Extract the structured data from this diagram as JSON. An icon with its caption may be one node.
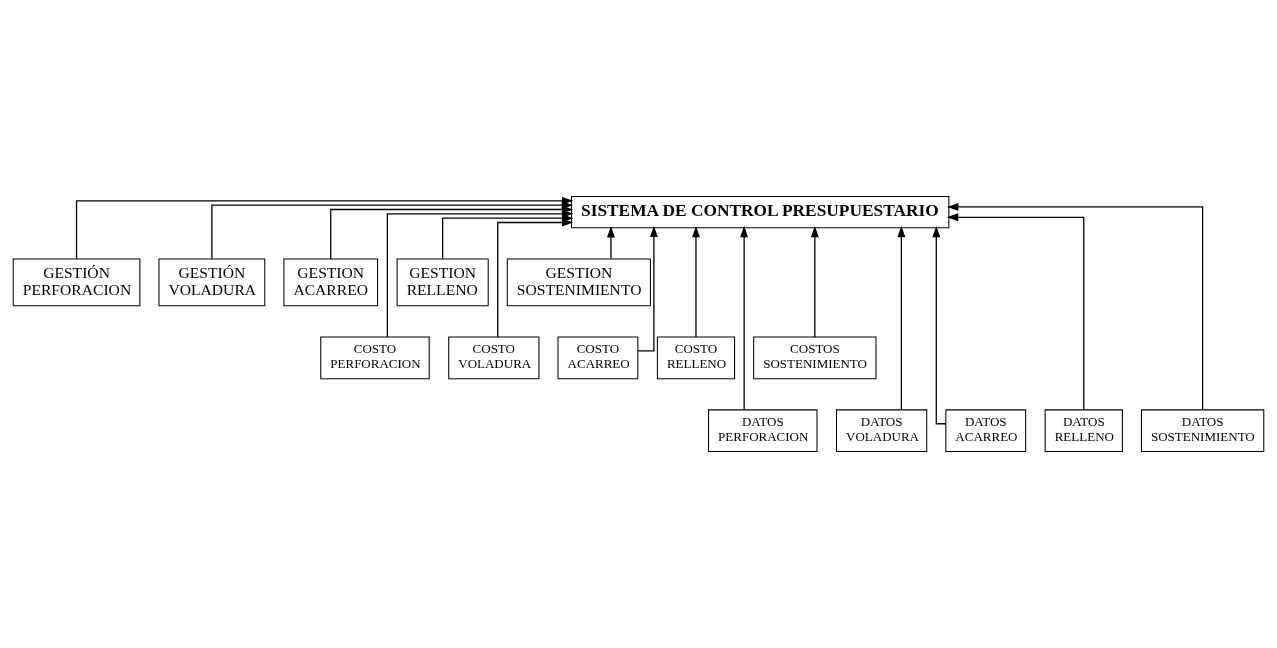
{
  "diagram": {
    "nodes": [
      {
        "text": [
          "SISTEMA DE CONTROL PRESUPUESTARIO"
        ]
      },
      {
        "text": [
          "GESTIÓN PERFORACION"
        ]
      },
      {
        "text": [
          "GESTIÓN VOLADURA"
        ]
      },
      {
        "text": [
          "GESTION ACARREO"
        ]
      },
      {
        "text": [
          "GESTION RELLENO"
        ]
      },
      {
        "text": [
          "GESTION SOSTENIMIENTO"
        ]
      },
      {
        "text": [
          "COSTO PERFORACION"
        ]
      },
      {
        "text": [
          "COSTO VOLADURA"
        ]
      },
      {
        "text": [
          "COSTO ACARREO"
        ]
      },
      {
        "text": [
          "COSTO RELLENO"
        ]
      },
      {
        "text": [
          "COSTOS SOSTENIMIENTO"
        ]
      },
      {
        "text": [
          "DATOS PERFORACION"
        ]
      },
      {
        "text": [
          "DATOS VOLADURA"
        ]
      },
      {
        "text": [
          "DATOS ACARREO"
        ]
      },
      {
        "text": [
          "DATOS RELLENO"
        ]
      },
      {
        "text": [
          "DATOS SOSTENIMIENTO"
        ]
      }
    ],
    "edges": [
      {
        "from": 1,
        "to": 0,
        "arrow": "to"
      },
      {
        "from": 2,
        "to": 0,
        "arrow": "to"
      },
      {
        "from": 3,
        "to": 0,
        "arrow": "to"
      },
      {
        "from": 4,
        "to": 0,
        "arrow": "to"
      },
      {
        "from": 5,
        "to": 0,
        "arrow": "to"
      },
      {
        "from": 11,
        "to": 0,
        "arrow": "to"
      },
      {
        "from": 6,
        "to": 0,
        "arrow": "to"
      },
      {
        "from": 12,
        "to": 0,
        "arrow": "to"
      },
      {
        "from": 7,
        "to": 0,
        "arrow": "to"
      },
      {
        "from": 13,
        "to": 0,
        "arrow": "to"
      },
      {
        "from": 8,
        "to": 0,
        "arrow": "to"
      },
      {
        "from": 14,
        "to": 0,
        "arrow": "to"
      },
      {
        "from": 9,
        "to": 0,
        "arrow": "to"
      },
      {
        "from": 15,
        "to": 0,
        "arrow": "to"
      },
      {
        "from": 10,
        "to": 0,
        "arrow": "to"
      }
    ]
  }
}
